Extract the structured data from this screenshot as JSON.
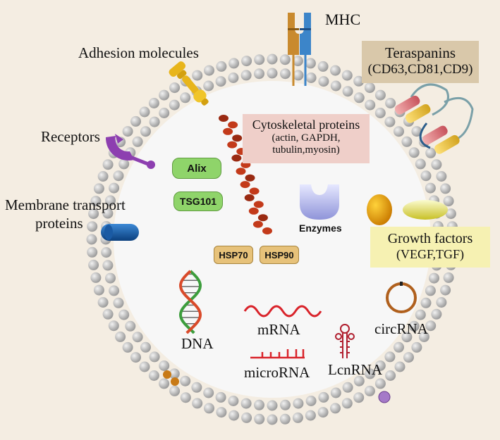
{
  "labels": {
    "mhc": "MHC",
    "adhesion": "Adhesion molecules",
    "tetraspanins_title": "Teraspanins",
    "tetraspanins_sub": "(CD63,CD81,CD9)",
    "receptors": "Receptors",
    "membrane_transport_1": "Membrane transport",
    "membrane_transport_2": "proteins",
    "cytoskeletal_title": "Cytoskeletal proteins",
    "cytoskeletal_sub1": "(actin, GAPDH,",
    "cytoskeletal_sub2": "tubulin,myosin)",
    "alix": "Alix",
    "tsg101": "TSG101",
    "enzymes": "Enzymes",
    "growth_title": "Growth factors",
    "growth_sub": "(VEGF,TGF)",
    "hsp70": "HSP70",
    "hsp90": "HSP90",
    "dna": "DNA",
    "mrna": "mRNA",
    "microrna": "microRNA",
    "lcnrna": "LcnRNA",
    "circrna": "circRNA"
  },
  "colors": {
    "background": "#f4ede2",
    "membrane_bead": "#c8c8c8",
    "interior": "#f7f7f7",
    "pill_green": "#8fd46a",
    "pill_tan": "#e7c27a",
    "cyto_box": "#efcfc9",
    "tetra_box": "#d9c8aa",
    "growth_box": "#f6f1b2",
    "rna_red": "#d9232a",
    "circ_brown": "#b0601d"
  }
}
